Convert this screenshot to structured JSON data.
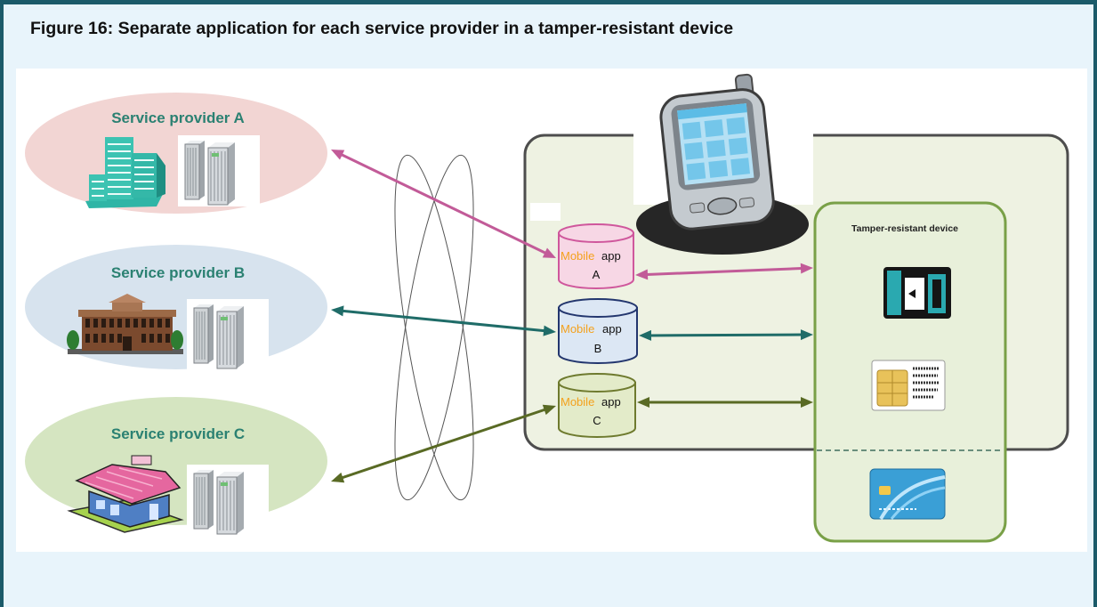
{
  "figure": {
    "caption": "Figure 16: Separate application for each service provider in a tamper-resistant device"
  },
  "providers": [
    {
      "label": "Service provider A"
    },
    {
      "label": "Service provider B"
    },
    {
      "label": "Service provider C"
    }
  ],
  "apps": [
    {
      "word1": "Mobile",
      "word2": "app",
      "letter": "A"
    },
    {
      "word1": "Mobile",
      "word2": "app",
      "letter": "B"
    },
    {
      "word1": "Mobile",
      "word2": "app",
      "letter": "C"
    }
  ],
  "tamper_device": {
    "label": "Tamper-resistant device"
  },
  "colors": {
    "provider_a": "#f2d5d3",
    "provider_b": "#d7e3ee",
    "provider_c": "#d5e5c1",
    "link_a": "#c25b98",
    "link_b": "#1f6c68",
    "link_c": "#596a24",
    "app_a": "#f7d7e5",
    "app_b": "#dce7f4",
    "app_c": "#e3ebc9",
    "mobile_word": "#f4a11c",
    "phone_area": "#eef2e2",
    "tamper_fill": "#e8f0da",
    "tamper_border": "#79a047"
  },
  "icons": {
    "provider_a_building": "office-building-icon",
    "provider_b_building": "historic-building-icon",
    "provider_c_building": "house-icon",
    "server": "server-icon",
    "device": "mobile-phone-icon",
    "sim": "sim-card-icon",
    "chip_card": "smart-card-chip-icon",
    "payment_card": "credit-card-icon",
    "network": "network-cloud-icon"
  }
}
